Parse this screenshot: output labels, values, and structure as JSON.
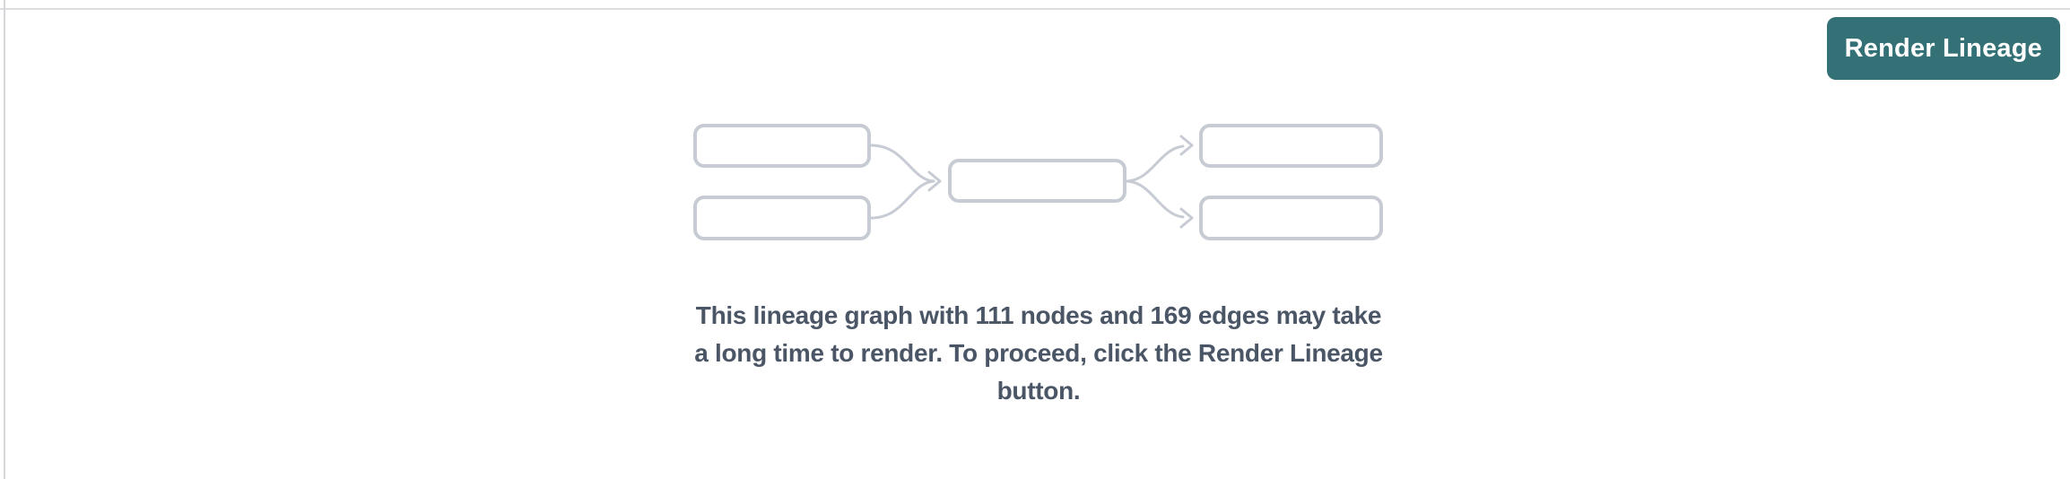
{
  "panel": {
    "background": "#ffffff",
    "top_border_color": "#dcdde1",
    "left_border_color": "#d6d6da"
  },
  "toolbar": {
    "render_lineage_button": {
      "label": "Render Lineage",
      "background": "#347176",
      "text_color": "#ffffff"
    }
  },
  "empty_state": {
    "illustration": {
      "name": "lineage-graph-preview",
      "description": "five placeholder nodes connected by curved arrows: two sources flowing into one middle node, fanning out to two targets",
      "box_border_color": "#c7cbd3",
      "arrow_color": "#c7cbd3"
    },
    "message": {
      "node_count": "111",
      "edge_count": "169",
      "text_color": "#4a5566",
      "full_text": "This lineage graph with 111 nodes and 169 edges may take a long time to render. To proceed, click the Render Lineage button.",
      "lines": [
        "This lineage graph with 111 nodes and 169 edges may take",
        "a long time to render. To proceed, click the Render Lineage",
        "button."
      ]
    }
  }
}
